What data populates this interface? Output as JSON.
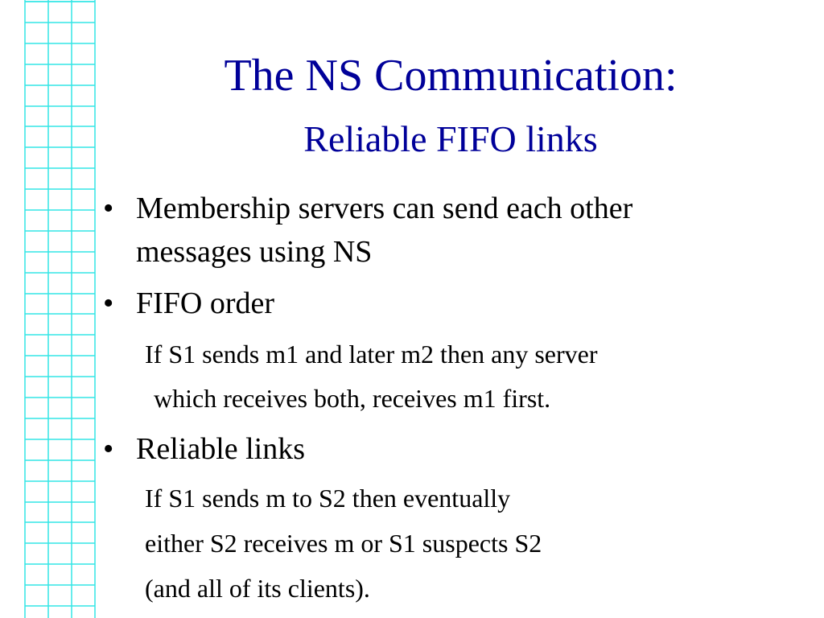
{
  "slide": {
    "title": "The NS Communication:",
    "subtitle": "Reliable FIFO links",
    "bullet_glyph": "•",
    "bullets": [
      {
        "lines": [
          "Membership servers can send each other",
          "messages using NS"
        ],
        "details": []
      },
      {
        "lines": [
          "FIFO order"
        ],
        "details": [
          "If S1 sends m1 and later m2 then any server",
          " which receives both, receives m1 first."
        ]
      },
      {
        "lines": [
          "Reliable links"
        ],
        "details": [
          "If S1 sends m to S2 then eventually",
          "either S2 receives m or S1 suspects S2",
          "(and all of its clients)."
        ]
      }
    ]
  },
  "colors": {
    "title": "#000099",
    "body_text": "#000000",
    "grid_lines": "#33e6e6",
    "background": "#ffffff"
  }
}
